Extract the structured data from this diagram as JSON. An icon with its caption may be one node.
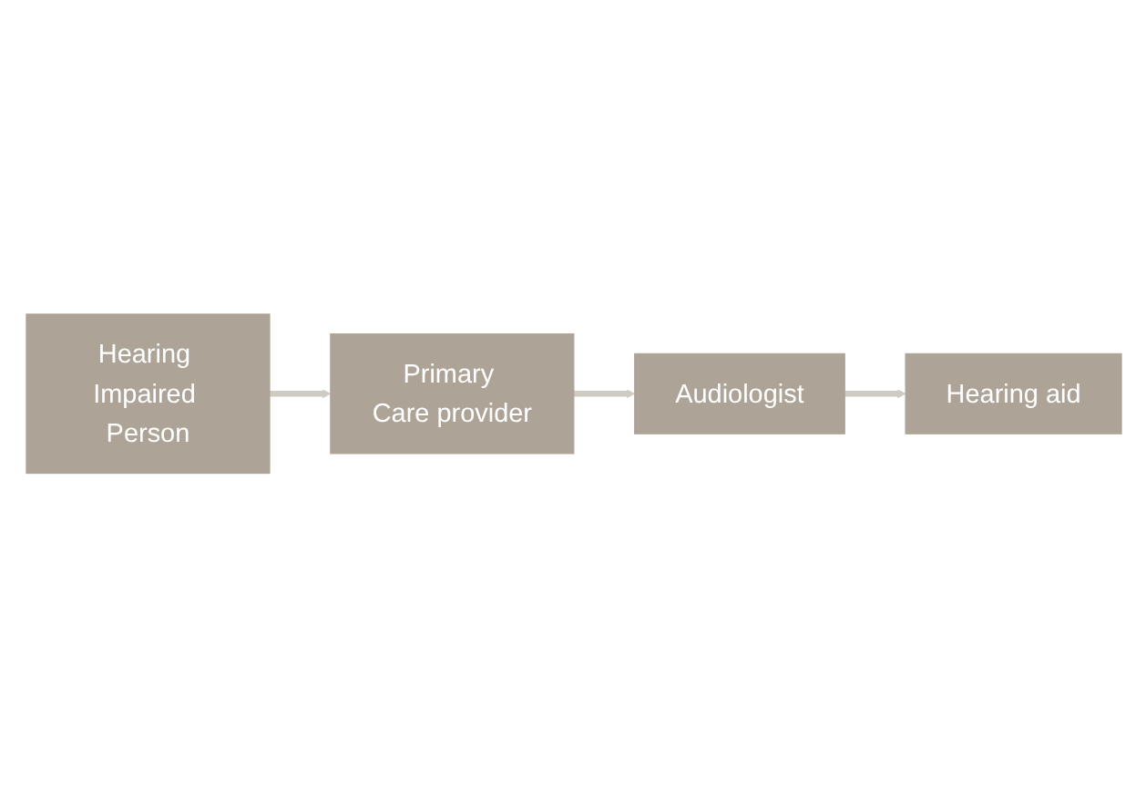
{
  "diagram": {
    "nodes": [
      {
        "text": [
          "Hearing Impaired Person"
        ]
      },
      {
        "text": [
          "Primary Care provider"
        ]
      },
      {
        "text": [
          "Audiologist"
        ]
      },
      {
        "text": [
          "Hearing aid"
        ]
      }
    ],
    "edges": [
      {
        "from": 0,
        "to": 1,
        "arrow": "to"
      },
      {
        "from": 1,
        "to": 2,
        "arrow": "to"
      },
      {
        "from": 2,
        "to": 3,
        "arrow": "to"
      }
    ]
  }
}
